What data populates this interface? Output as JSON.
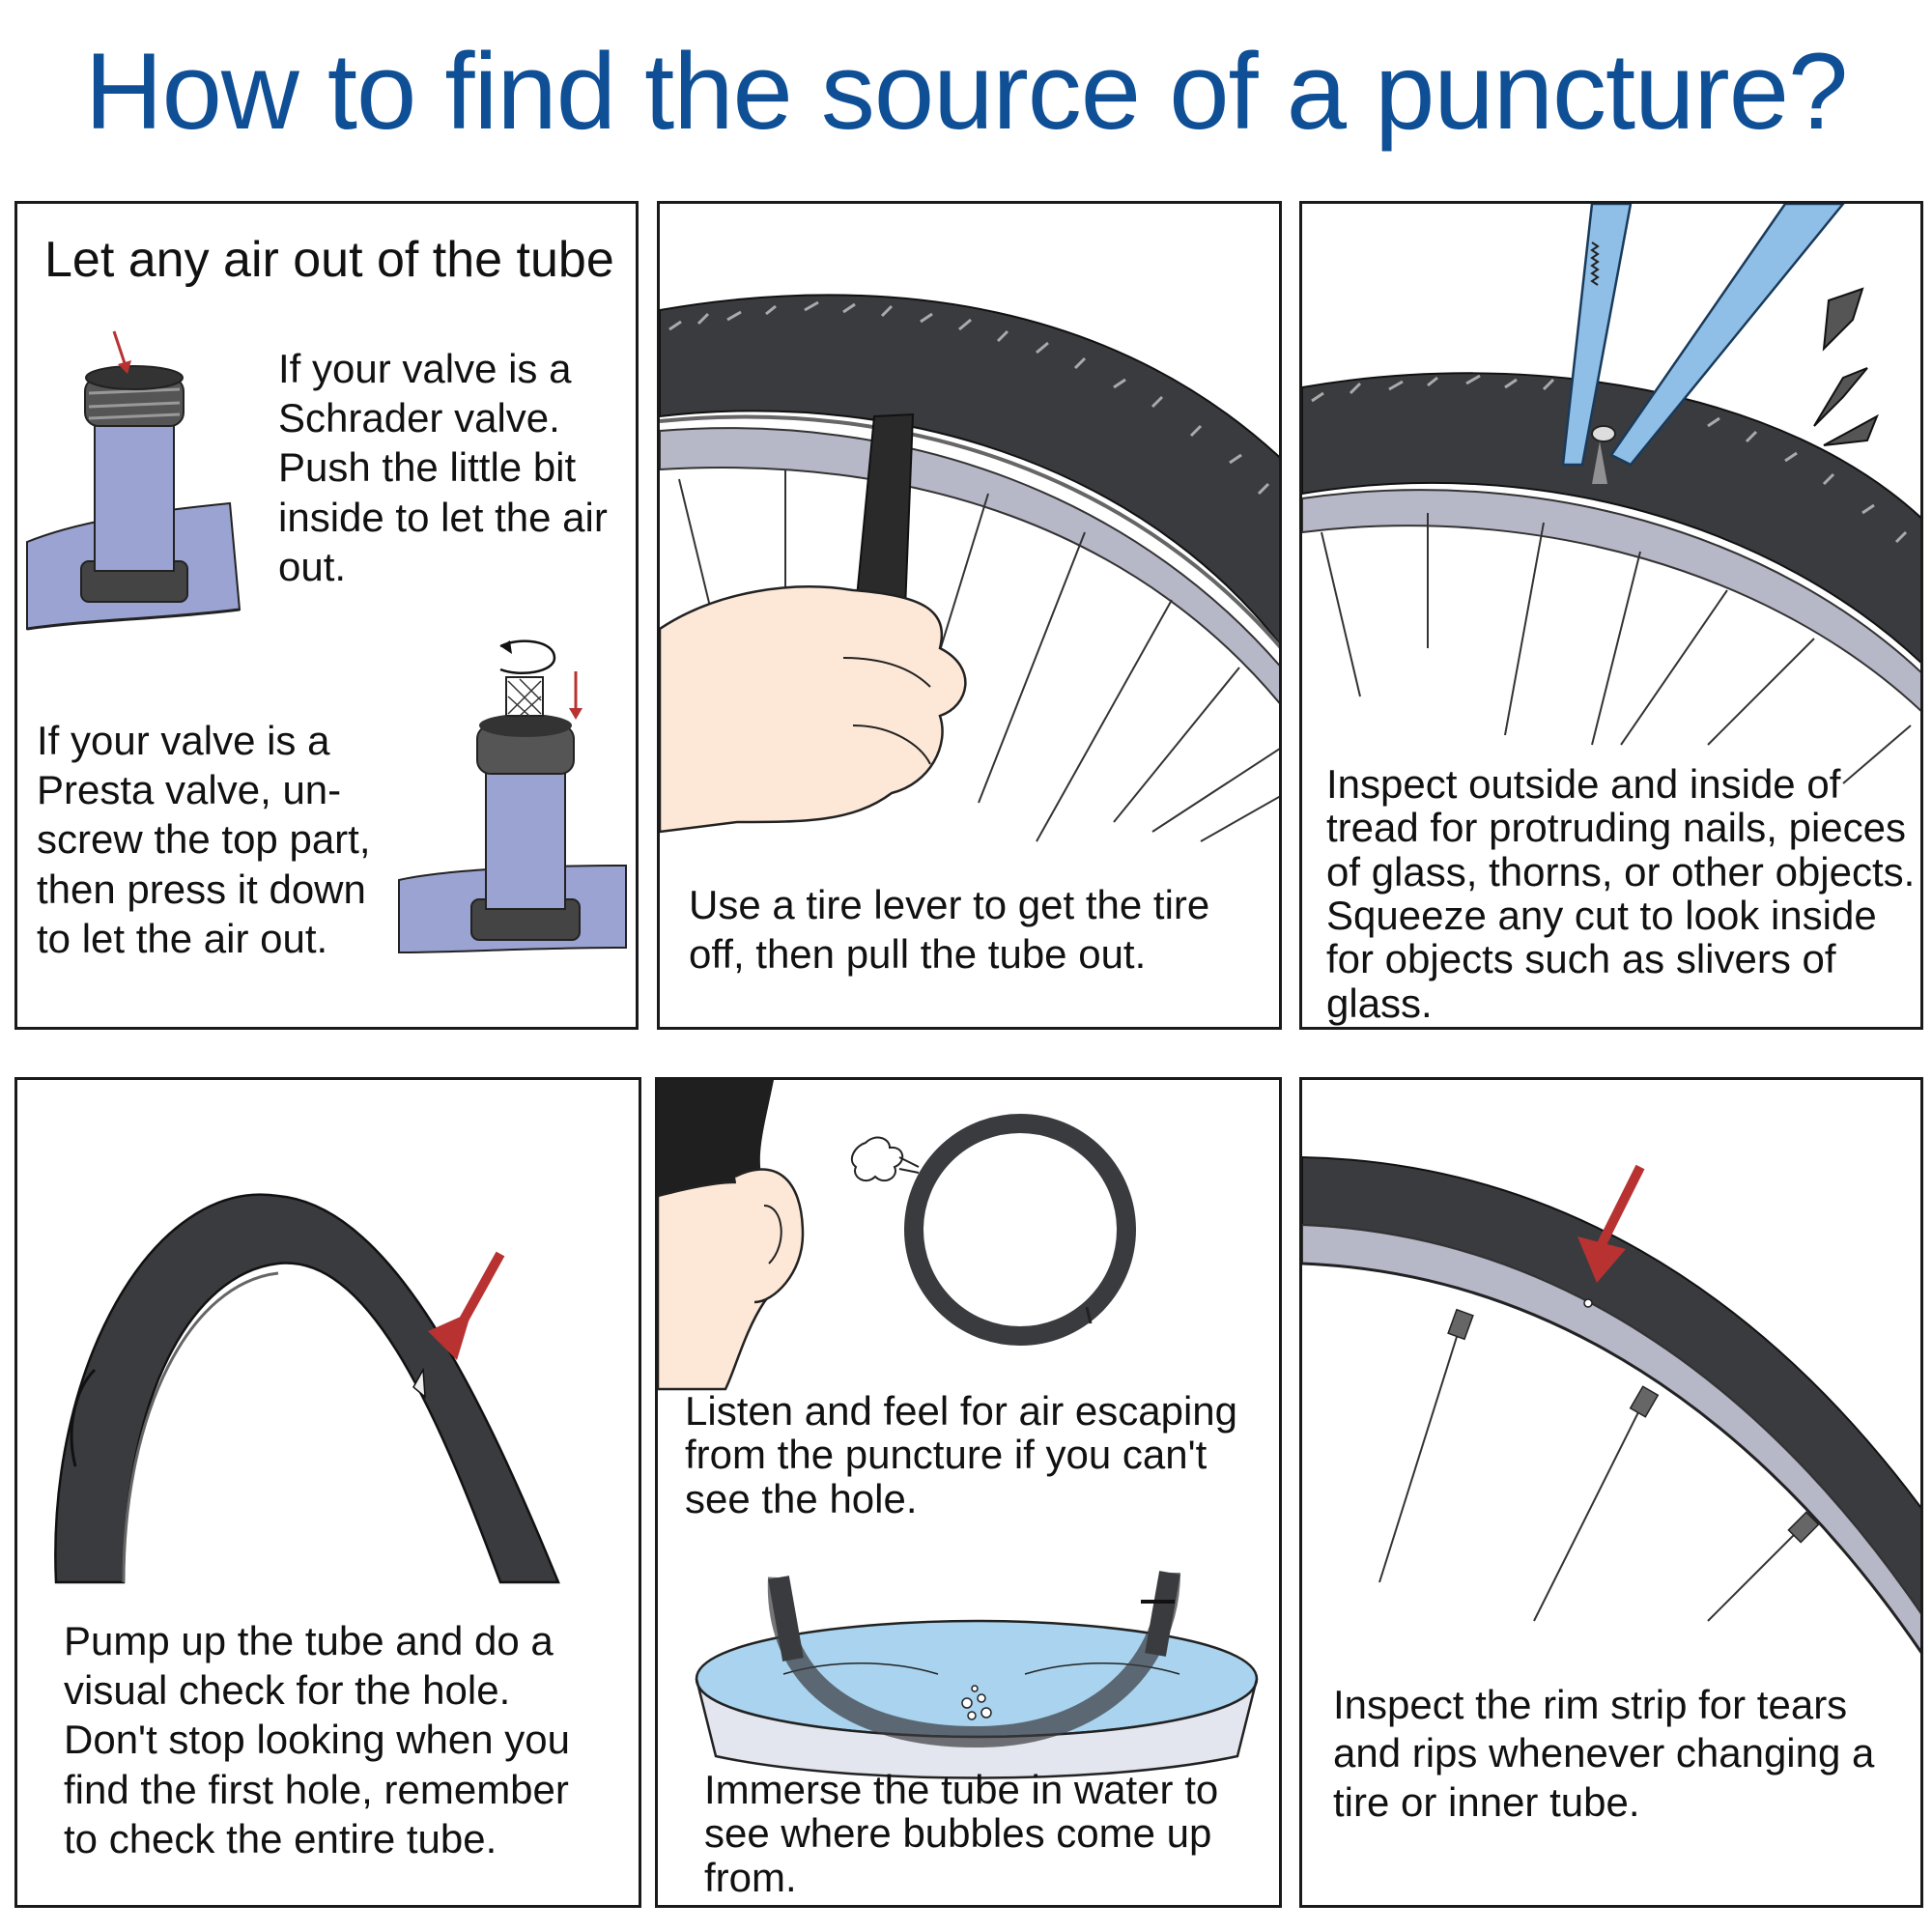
{
  "title": "How to find the source of a puncture?",
  "panels": {
    "p1": {
      "heading": "Let any air out of the tube",
      "schrader_text": "If your valve is a Schrader valve. Push the little bit inside to let the air out.",
      "presta_text": "If your valve is a Presta valve, un-screw the top part, then press it down to let the air out."
    },
    "p2": {
      "text": "Use a tire lever to get the tire off, then pull the tube out."
    },
    "p3": {
      "text": "Inspect outside and inside of tread for protruding nails, pieces of glass, thorns, or other objects. Squeeze any cut to look inside for objects such as slivers of glass."
    },
    "p4": {
      "text": "Pump up the tube and do a visual check for the hole. Don't stop looking when you find the first hole, remember to check the entire tube."
    },
    "p5": {
      "listen_text": "Listen and feel for air escaping from the puncture if you can't see the hole.",
      "immerse_text": "Immerse the tube in water to see where bubbles come up from."
    },
    "p6": {
      "text": "Inspect the rim strip for tears and rips whenever changing a tire or inner tube."
    }
  },
  "colors": {
    "title": "#0e4f96",
    "tire": "#3a3b3f",
    "rim": "#b6b7c7",
    "tube_blue": "#9aa3d1",
    "arrow_red": "#b83232",
    "lever_blue": "#8fbfe6",
    "water": "#a9d3ee",
    "skin": "#fde8d7"
  },
  "icons": [
    "valve-icon",
    "arrow-down-icon",
    "rotate-icon",
    "tire-lever-icon",
    "hand-icon",
    "tweezers-icon",
    "nail-icon",
    "ear-icon",
    "air-puff-icon",
    "bubbles-icon"
  ]
}
